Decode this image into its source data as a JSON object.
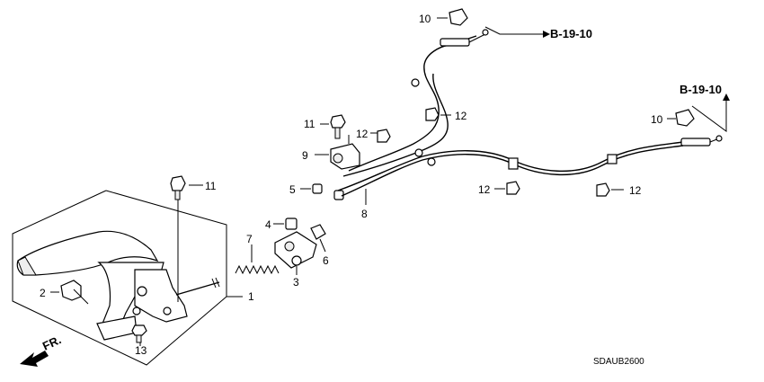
{
  "callouts": {
    "c1": "1",
    "c2": "2",
    "c3": "3",
    "c4": "4",
    "c5": "5",
    "c6": "6",
    "c7": "7",
    "c8": "8",
    "c9": "9",
    "c10a": "10",
    "c10b": "10",
    "c11a": "11",
    "c11b": "11",
    "c12a": "12",
    "c12b": "12",
    "c12c": "12",
    "c12d": "12",
    "c13": "13"
  },
  "references": {
    "ref_top": "B-19-10",
    "ref_right": "B-19-10"
  },
  "front_label": "FR.",
  "diagram_code": "SDAUB2600"
}
